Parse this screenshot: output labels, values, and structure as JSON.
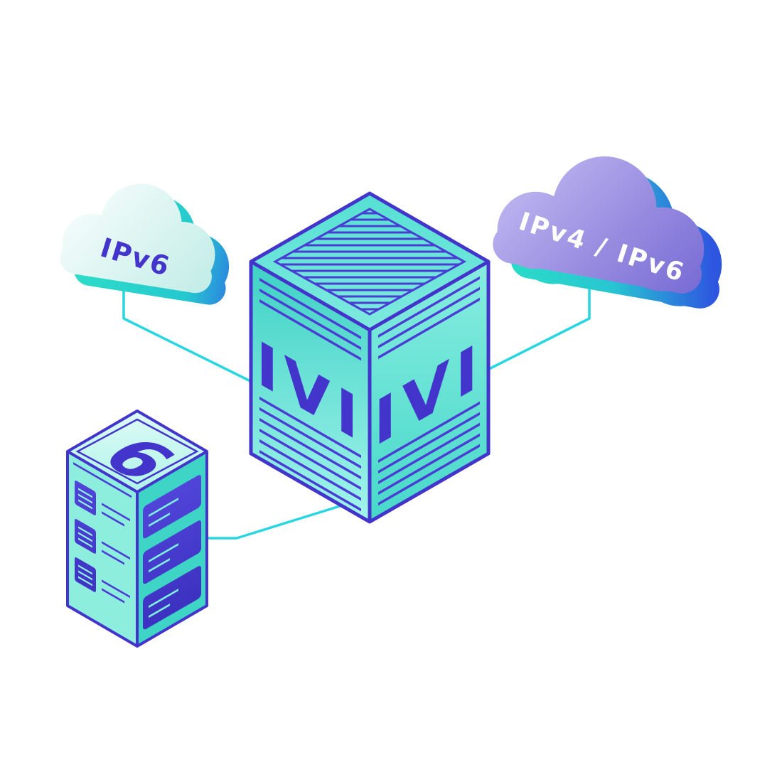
{
  "illustration": {
    "clouds": {
      "left": {
        "label": "IPv6"
      },
      "right": {
        "label": "IPv4 / IPv6"
      }
    },
    "translator_box": {
      "left_face_label": "IVI",
      "right_face_label": "IVI"
    },
    "server": {
      "top_label": "6"
    },
    "colors": {
      "indigo": "#4334cb",
      "teal": "#2bd9c6",
      "cyan_connector": "#27d6e0",
      "cloud_purple": "#8a80dc",
      "cloud_light": "#d8f2ee",
      "face_cyan": "#5fe2d4",
      "background": "#ffffff"
    }
  }
}
